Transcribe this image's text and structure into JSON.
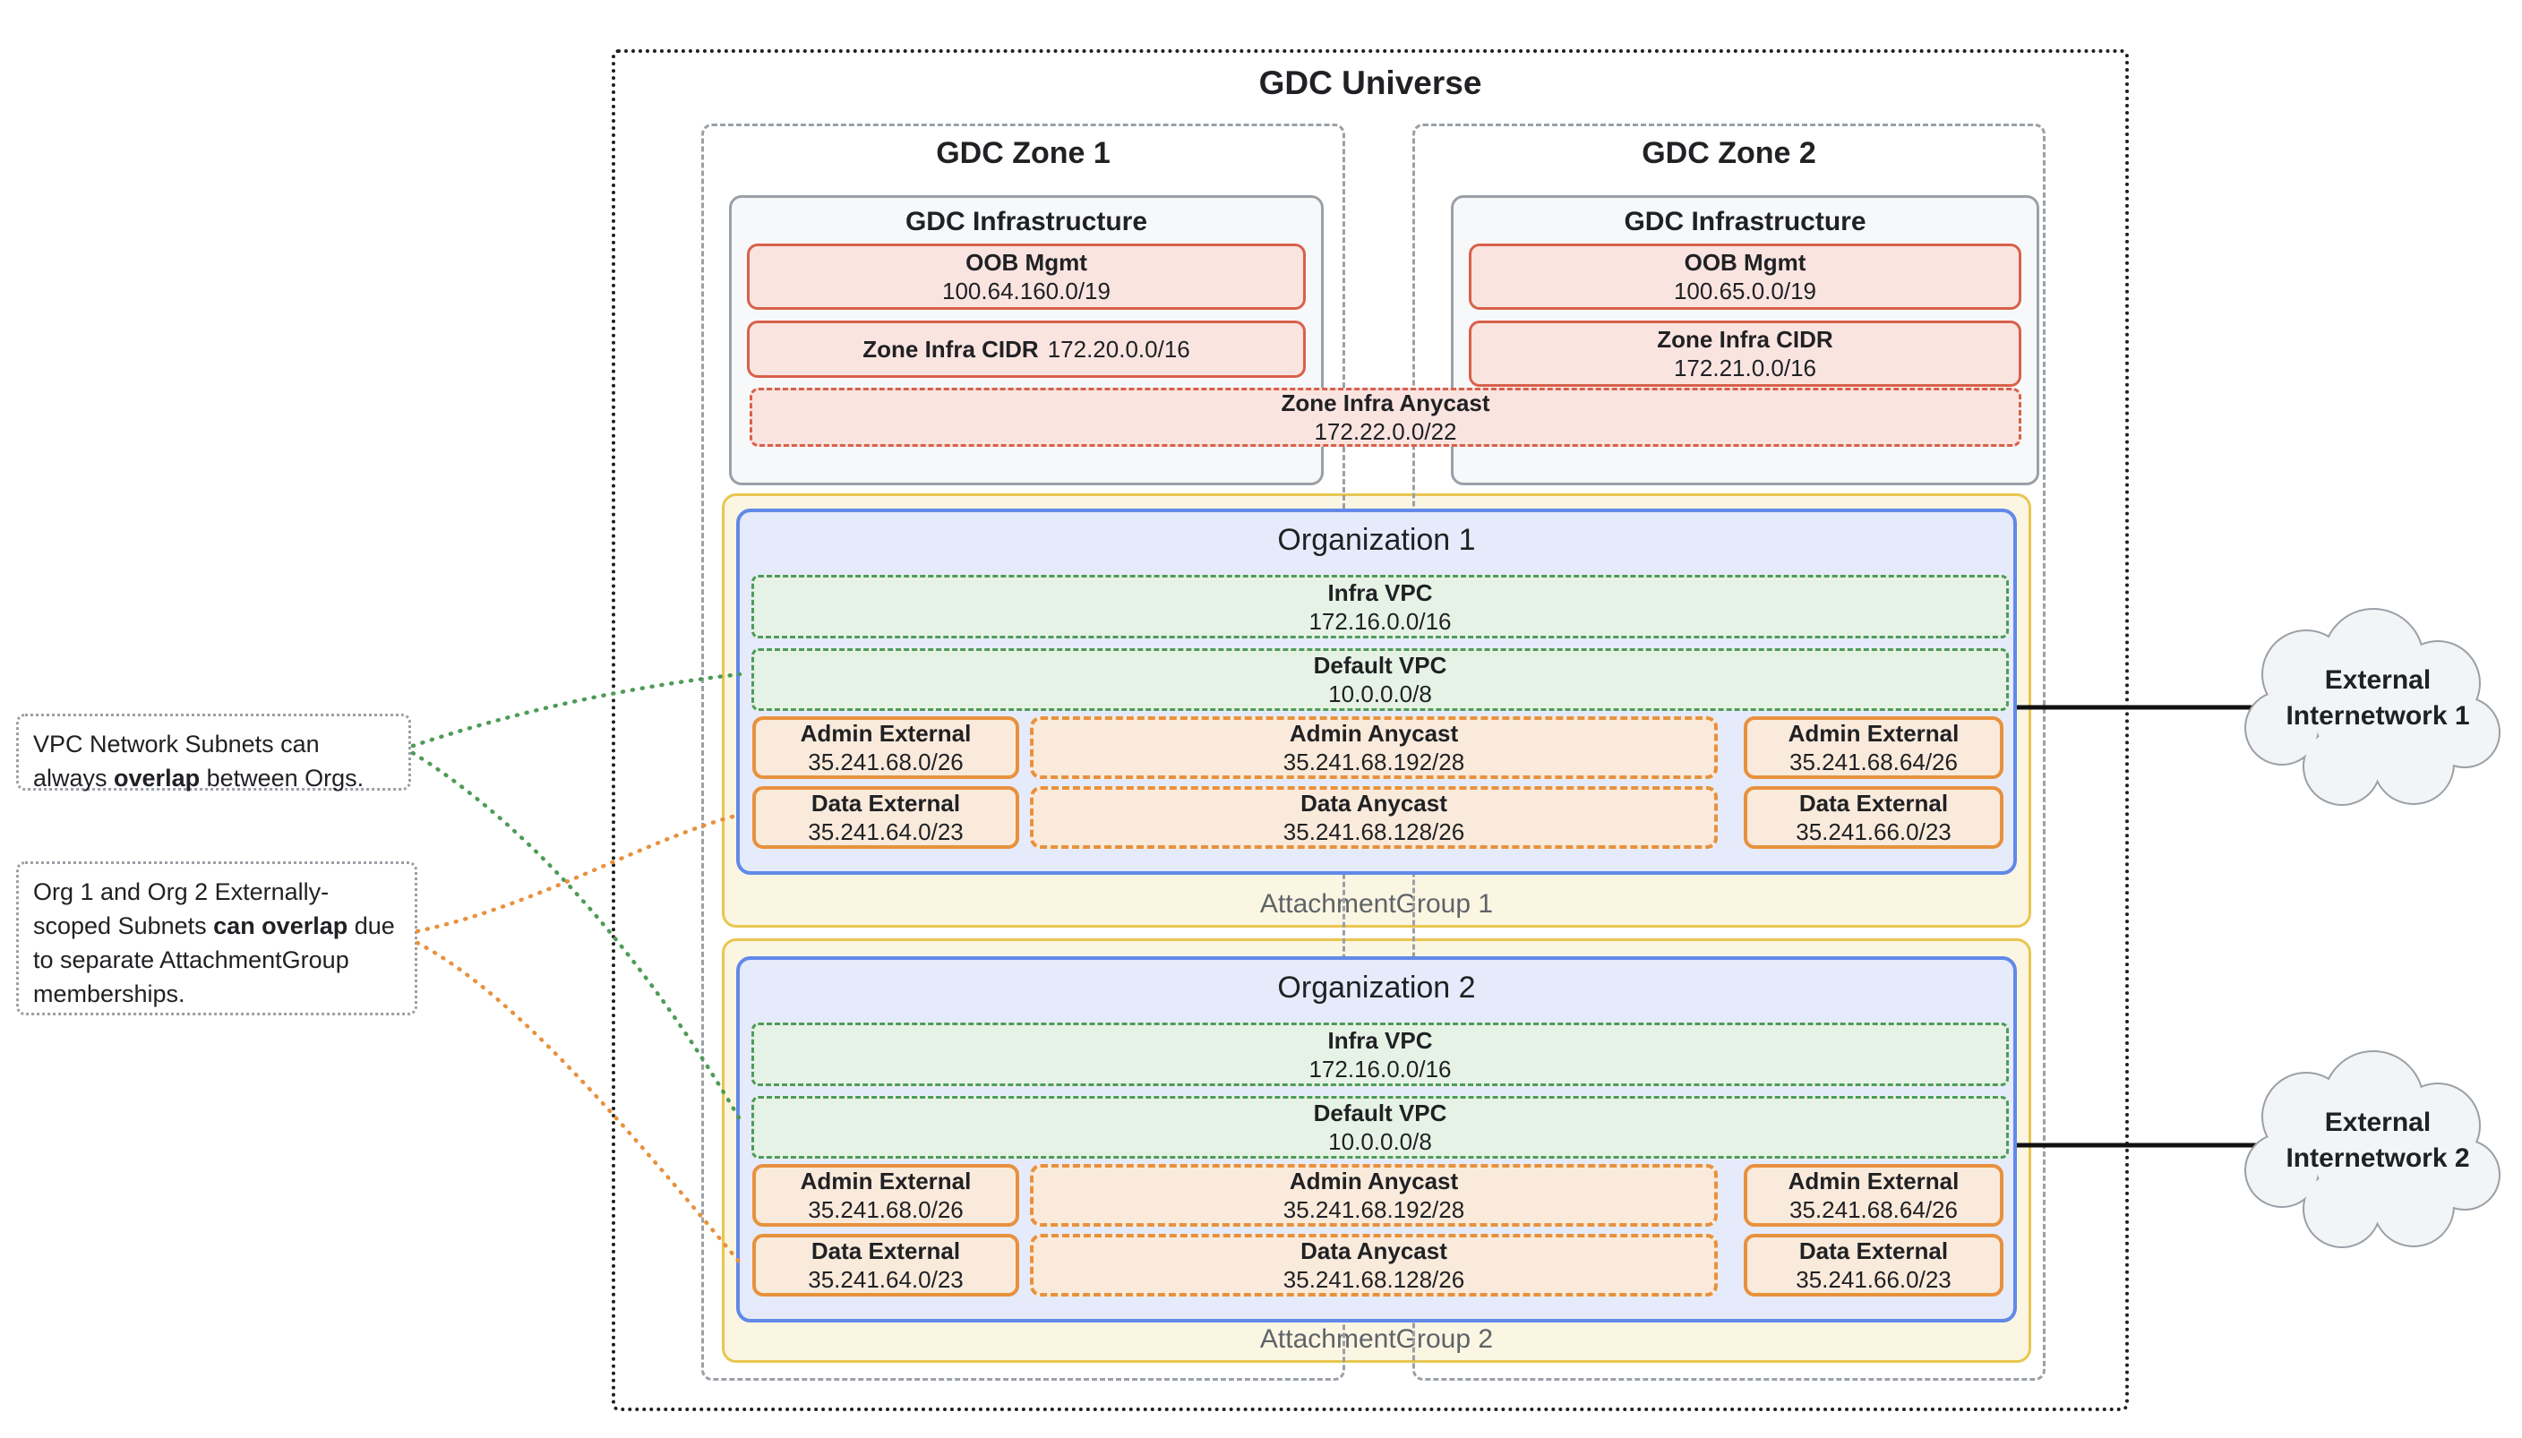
{
  "universe": {
    "title": "GDC Universe"
  },
  "zones": [
    {
      "title": "GDC Zone 1",
      "infrastructure": {
        "title": "GDC Infrastructure",
        "oob": {
          "label": "OOB Mgmt",
          "cidr": "100.64.160.0/19"
        },
        "infra_cidr": {
          "label": "Zone Infra CIDR",
          "cidr": "172.20.0.0/16"
        }
      }
    },
    {
      "title": "GDC Zone 2",
      "infrastructure": {
        "title": "GDC Infrastructure",
        "oob": {
          "label": "OOB Mgmt",
          "cidr": "100.65.0.0/19"
        },
        "infra_cidr": {
          "label": "Zone Infra CIDR",
          "cidr": "172.21.0.0/16"
        }
      }
    }
  ],
  "zone_infra_anycast": {
    "label": "Zone Infra Anycast",
    "cidr": "172.22.0.0/22"
  },
  "organizations": [
    {
      "title": "Organization 1",
      "attachment_group_label": "AttachmentGroup 1",
      "infra_vpc": {
        "label": "Infra VPC",
        "cidr": "172.16.0.0/16"
      },
      "default_vpc": {
        "label": "Default VPC",
        "cidr": "10.0.0.0/8"
      },
      "subnets": {
        "admin_external_zone1": {
          "label": "Admin External",
          "cidr": "35.241.68.0/26"
        },
        "admin_anycast": {
          "label": "Admin Anycast",
          "cidr": "35.241.68.192/28"
        },
        "admin_external_zone2": {
          "label": "Admin External",
          "cidr": "35.241.68.64/26"
        },
        "data_external_zone1": {
          "label": "Data External",
          "cidr": "35.241.64.0/23"
        },
        "data_anycast": {
          "label": "Data Anycast",
          "cidr": "35.241.68.128/26"
        },
        "data_external_zone2": {
          "label": "Data External",
          "cidr": "35.241.66.0/23"
        }
      }
    },
    {
      "title": "Organization 2",
      "attachment_group_label": "AttachmentGroup 2",
      "infra_vpc": {
        "label": "Infra VPC",
        "cidr": "172.16.0.0/16"
      },
      "default_vpc": {
        "label": "Default VPC",
        "cidr": "10.0.0.0/8"
      },
      "subnets": {
        "admin_external_zone1": {
          "label": "Admin External",
          "cidr": "35.241.68.0/26"
        },
        "admin_anycast": {
          "label": "Admin Anycast",
          "cidr": "35.241.68.192/28"
        },
        "admin_external_zone2": {
          "label": "Admin External",
          "cidr": "35.241.68.64/26"
        },
        "data_external_zone1": {
          "label": "Data External",
          "cidr": "35.241.64.0/23"
        },
        "data_anycast": {
          "label": "Data Anycast",
          "cidr": "35.241.68.128/26"
        },
        "data_external_zone2": {
          "label": "Data External",
          "cidr": "35.241.66.0/23"
        }
      }
    }
  ],
  "annotations": [
    {
      "pre": "VPC Network Subnets can always ",
      "bold": "overlap",
      "post": " between Orgs."
    },
    {
      "pre": "Org 1 and Org 2 Externally-scoped Subnets ",
      "bold": "can overlap",
      "post": " due to separate AttachmentGroup memberships."
    }
  ],
  "external_networks": [
    {
      "label": "External Internetwork 1"
    },
    {
      "label": "External Internetwork 2"
    }
  ],
  "colors": {
    "universe_border": "#1f1f1f",
    "zone_border": "#9aa0a6",
    "infra_fill": "#f7f8f9",
    "red_border": "#d9604a",
    "red_fill": "#f9e4e0",
    "green_border": "#4e9b57",
    "green_fill": "#e6f2e6",
    "orange_border": "#e8913d",
    "orange_fill": "#faeadb",
    "blue_border": "#6189e8",
    "blue_fill": "#e5ebfa",
    "yellow_border": "#e9c64f",
    "yellow_fill": "#fbf6e2",
    "cloud_fill": "#f2f4f6"
  }
}
